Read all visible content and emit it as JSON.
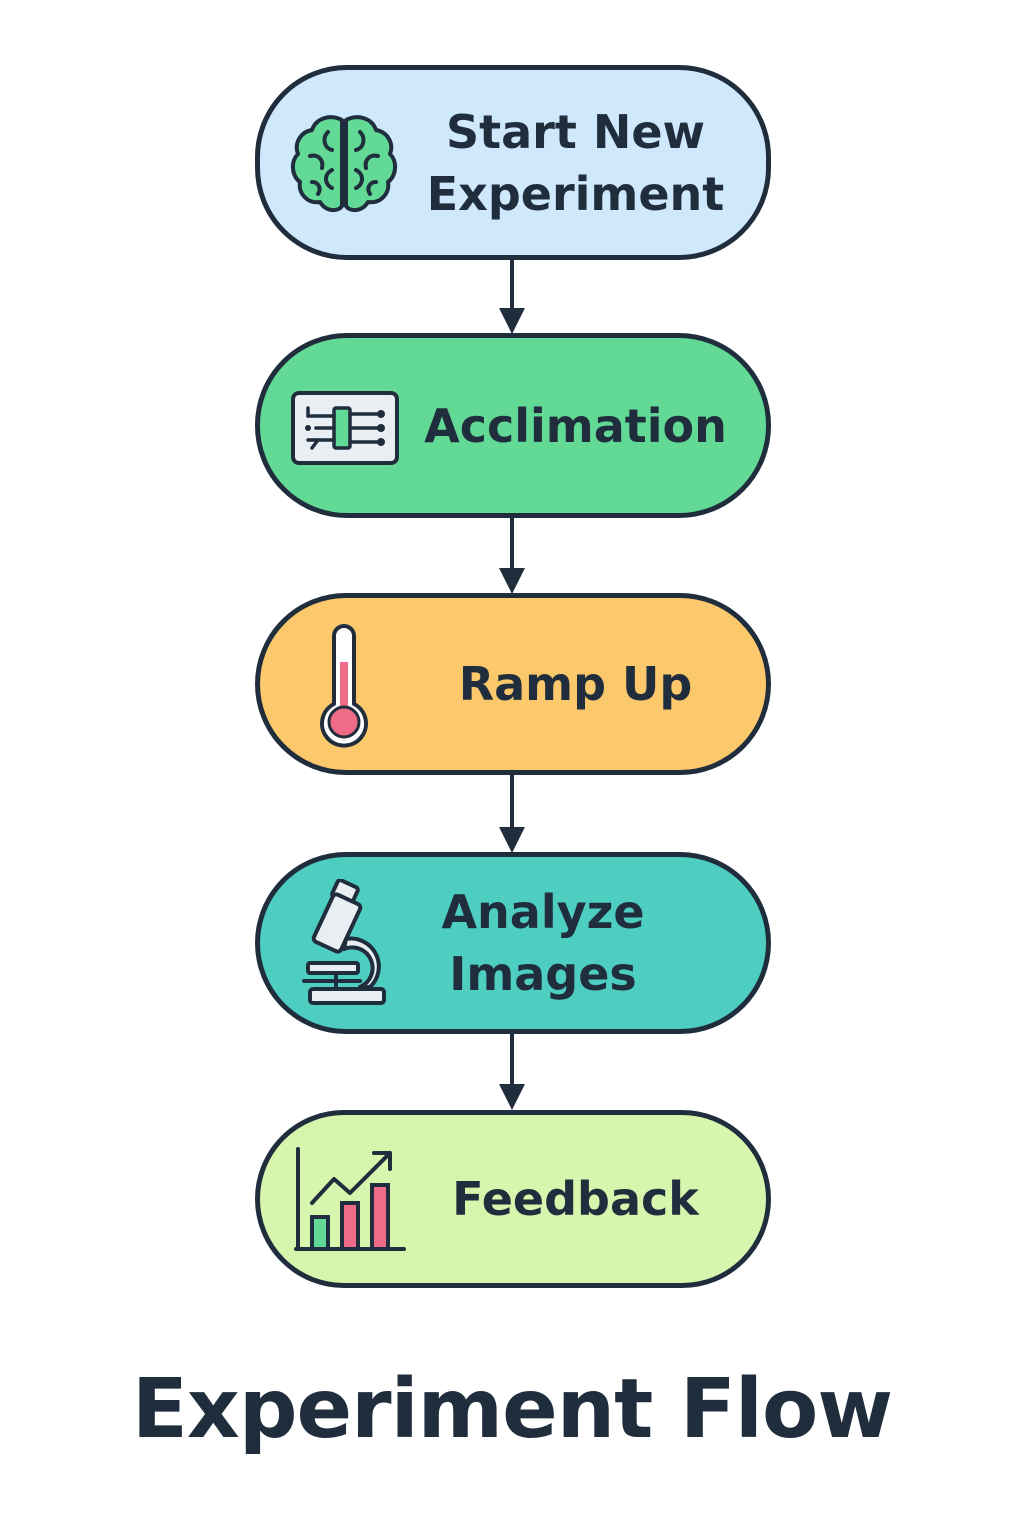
{
  "title": "Experiment Flow",
  "colors": {
    "outline": "#1f2d3d",
    "step_1_fill": "#cfe8fc",
    "step_2_fill": "#62d995",
    "step_3_fill": "#fbc86b",
    "step_4_fill": "#4ecdc1",
    "step_5_fill": "#d6f5ad",
    "icon_green": "#62d995",
    "icon_pink": "#f06b88"
  },
  "steps": [
    {
      "label": "Start New\nExperiment",
      "icon": "brain-icon"
    },
    {
      "label": "Acclimation",
      "icon": "circuit-board-icon"
    },
    {
      "label": "Ramp Up",
      "icon": "thermometer-icon"
    },
    {
      "label": "Analyze\nImages",
      "icon": "microscope-icon"
    },
    {
      "label": "Feedback",
      "icon": "growth-chart-icon"
    }
  ]
}
